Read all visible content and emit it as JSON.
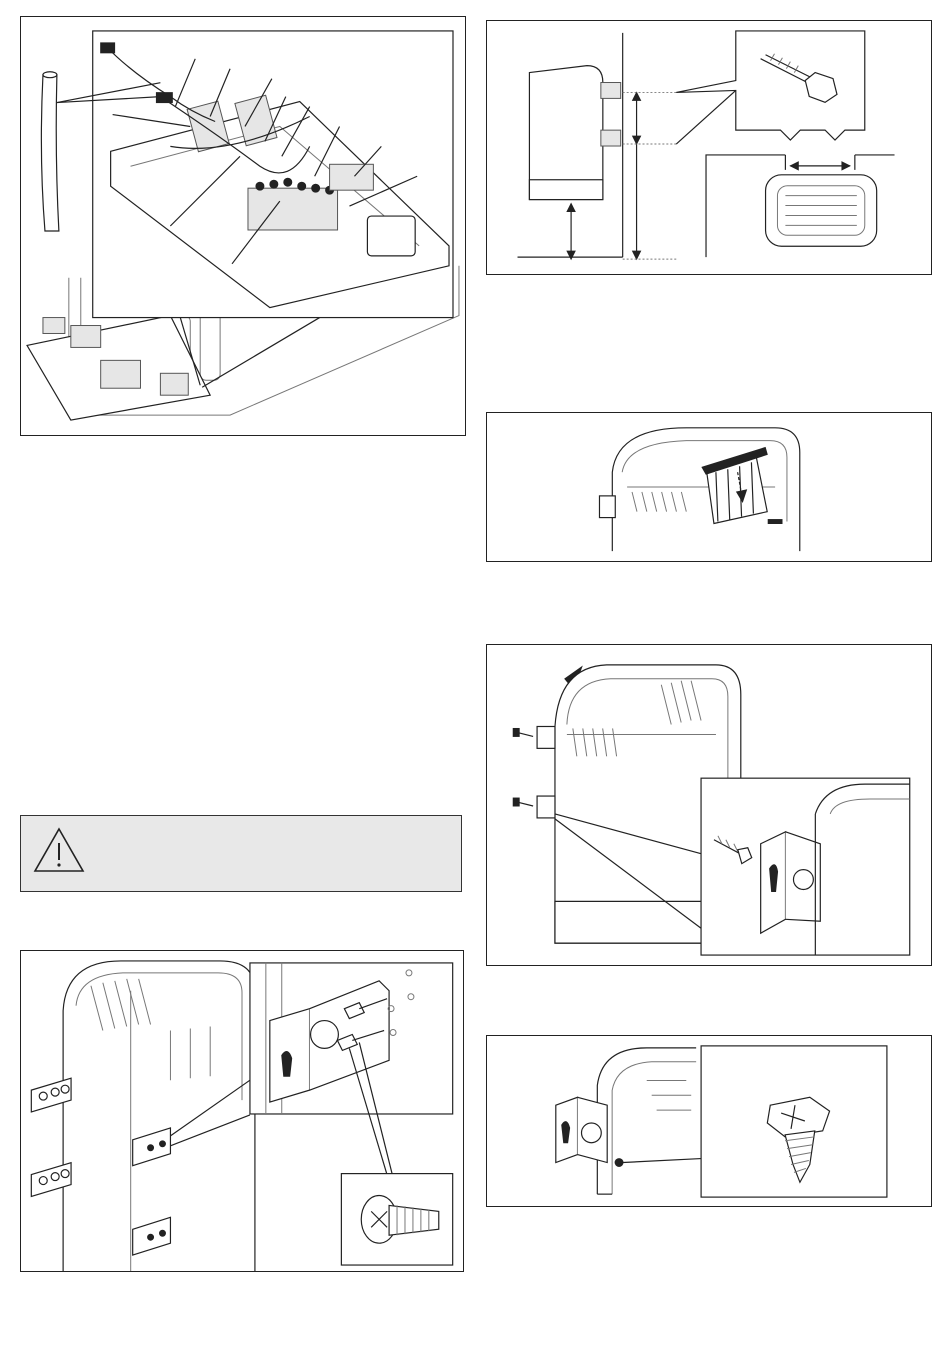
{
  "figures": [
    {
      "id": "control-board-wiring"
    },
    {
      "id": "wall-mount-dimensions"
    },
    {
      "id": "stone-guard-insert"
    },
    {
      "id": "heater-sliding-mount"
    },
    {
      "id": "bracket-screw-attach"
    },
    {
      "id": "bracket-fixing-screw"
    }
  ],
  "warning_box": {
    "icon": "warning-triangle-icon",
    "background": "#e8e8e8"
  }
}
